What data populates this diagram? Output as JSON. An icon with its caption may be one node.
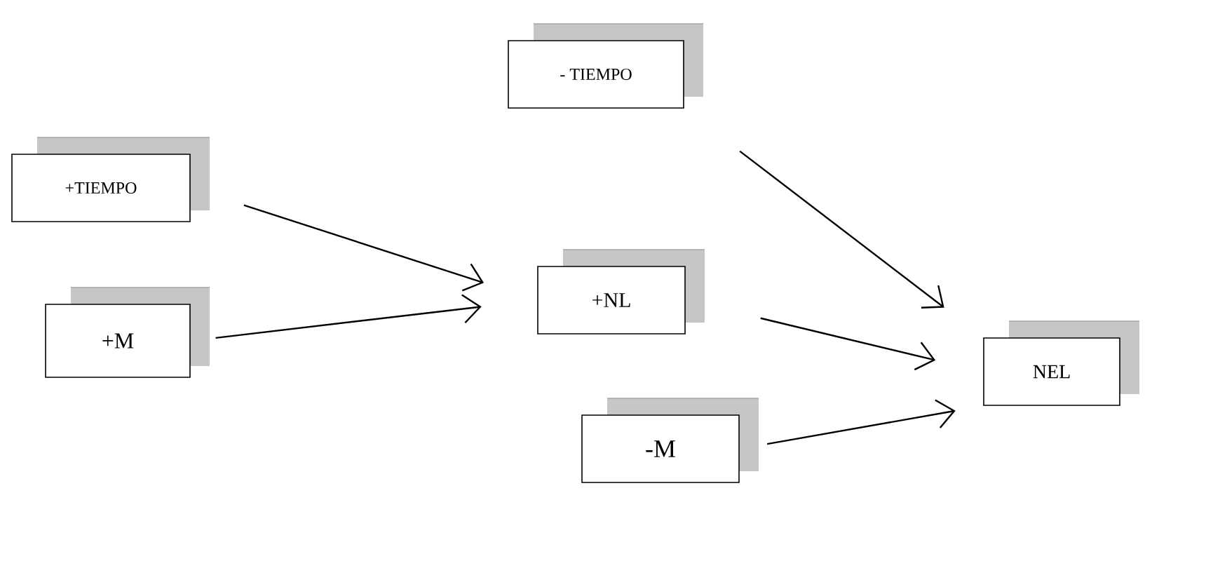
{
  "diagram": {
    "nodes": [
      {
        "text": [
          "+TIEMPO"
        ]
      },
      {
        "text": [
          "+M"
        ]
      },
      {
        "text": [
          "- TIEMPO"
        ]
      },
      {
        "text": [
          "+NL"
        ]
      },
      {
        "text": [
          "-M"
        ]
      },
      {
        "text": [
          "NEL"
        ]
      }
    ],
    "edges": [
      {
        "from": 0,
        "to": 3,
        "arrow": "to"
      },
      {
        "from": 1,
        "to": 3,
        "arrow": "to"
      },
      {
        "from": 2,
        "to": 5,
        "arrow": "to"
      },
      {
        "from": 3,
        "to": 5,
        "arrow": "to"
      },
      {
        "from": 4,
        "to": 5,
        "arrow": "to"
      }
    ]
  }
}
